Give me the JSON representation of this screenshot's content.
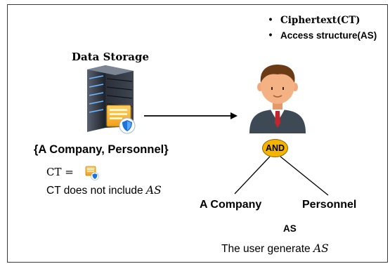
{
  "bullets": [
    {
      "bullet": "•",
      "text": "Ciphertext(CT)"
    },
    {
      "bullet": "•",
      "text": "Access structure(AS)"
    }
  ],
  "storage": {
    "title": "Data Storage",
    "attributes": "{A Company, Personnel}",
    "ct_equation": "CT =",
    "ct_note_prefix": "CT does not include ",
    "ct_note_symbol": "AS"
  },
  "tree": {
    "root": "AND",
    "left_leaf": "A Company",
    "right_leaf": "Personnel",
    "label": "AS"
  },
  "user": {
    "note_prefix": "The user generate ",
    "note_symbol": "AS"
  },
  "icons": {
    "server": "server-icon",
    "encrypted_file": "encrypted-file-icon",
    "shield": "shield-icon",
    "user": "user-icon",
    "arrow": "arrow-right-icon"
  },
  "colors": {
    "and_node": "#f5b400",
    "shield": "#1e73d8",
    "folder": "#f2a81d",
    "suit": "#3d4a56",
    "tie": "#c0262d",
    "skin": "#f4b183"
  }
}
